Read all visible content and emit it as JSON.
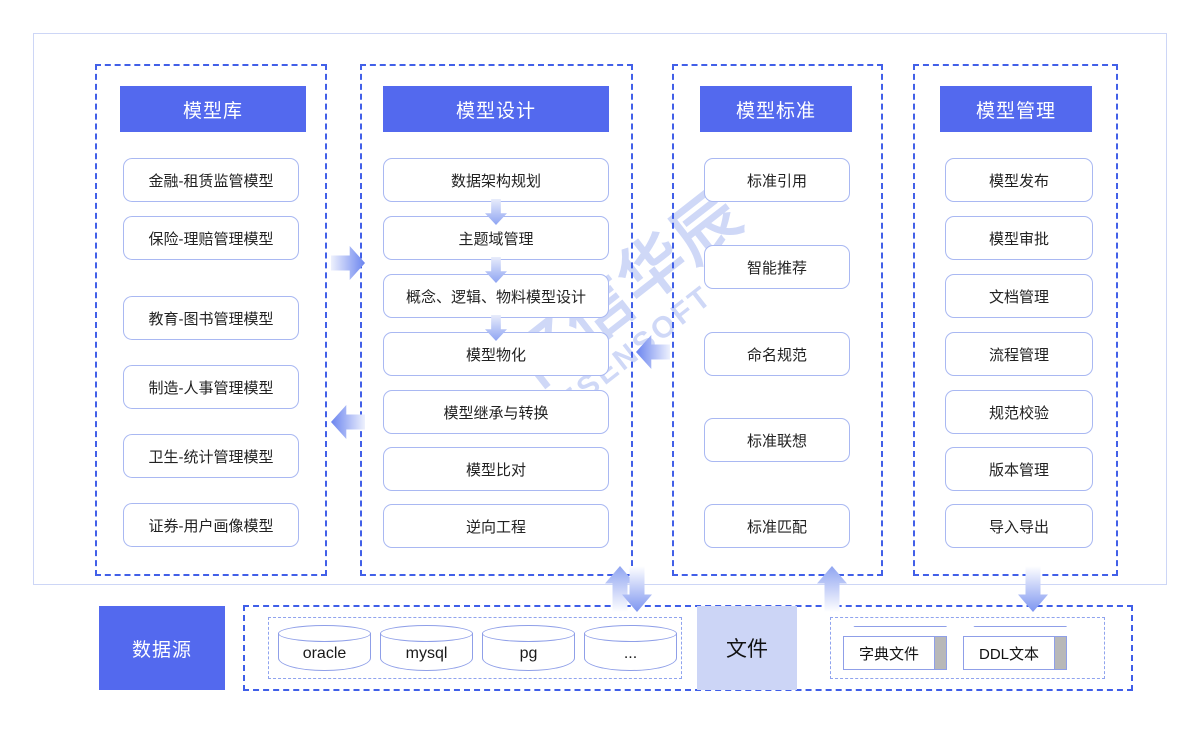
{
  "watermark": {
    "cn": "亿信华辰",
    "en": "ESENSOFT"
  },
  "columns": [
    {
      "id": "model-repository",
      "header": "模型库",
      "items": [
        "金融-租赁监管模型",
        "保险-理赔管理模型",
        "教育-图书管理模型",
        "制造-人事管理模型",
        "卫生-统计管理模型",
        "证券-用户画像模型"
      ]
    },
    {
      "id": "model-design",
      "header": "模型设计",
      "items": [
        "数据架构规划",
        "主题域管理",
        "概念、逻辑、物料模型设计",
        "模型物化",
        "模型继承与转换",
        "模型比对",
        "逆向工程"
      ]
    },
    {
      "id": "model-standard",
      "header": "模型标准",
      "items": [
        "标准引用",
        "智能推荐",
        "命名规范",
        "标准联想",
        "标准匹配"
      ]
    },
    {
      "id": "model-management",
      "header": "模型管理",
      "items": [
        "模型发布",
        "模型审批",
        "文档管理",
        "流程管理",
        "规范校验",
        "版本管理",
        "导入导出"
      ]
    }
  ],
  "bottom": {
    "datasource_label": "数据源",
    "file_label": "文件",
    "databases": [
      "oracle",
      "mysql",
      "pg",
      "..."
    ],
    "files": [
      "字典文件",
      "DDL文本"
    ]
  },
  "colors": {
    "header_blue": "#5369ee",
    "dashed_blue": "#4260e8",
    "item_border": "#a9b8f2",
    "frame_border": "#cdd6f6",
    "file_label_bg": "#ccd5f6",
    "watermark": "#cfd8f7"
  }
}
